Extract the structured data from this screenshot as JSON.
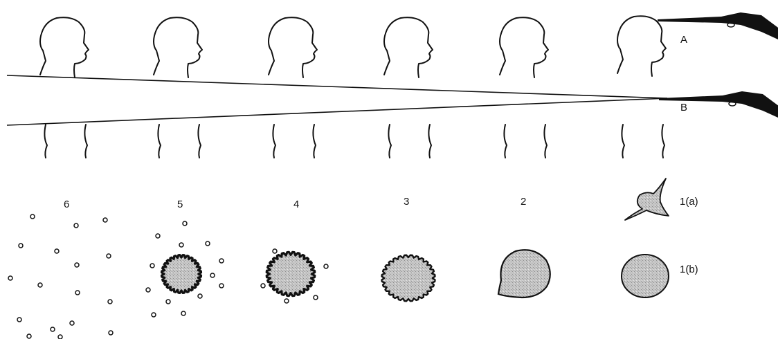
{
  "gun_labels": {
    "upper": "A",
    "lower": "B"
  },
  "stage_labels": [
    "6",
    "5",
    "4",
    "3",
    "2"
  ],
  "wound_labels": {
    "upper": "1(a)",
    "lower": "1(b)"
  },
  "colors": {
    "ink": "#111111",
    "wound_fill": "#bdbdbd",
    "background": "#ffffff"
  }
}
